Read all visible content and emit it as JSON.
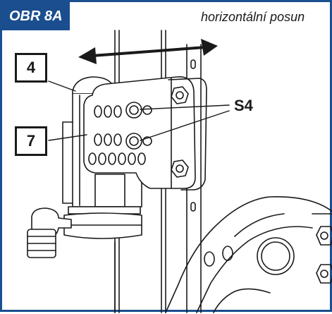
{
  "figure": {
    "tag": "OBR 8A",
    "caption": "horizontální posun",
    "callouts": {
      "part_4": "4",
      "part_7": "7",
      "screws": "S4"
    },
    "colors": {
      "accent": "#1a4e8e",
      "line": "#1a1a1a",
      "background": "#ffffff"
    },
    "icons": {
      "motion_arrow": "double-headed-arrow-icon"
    }
  }
}
